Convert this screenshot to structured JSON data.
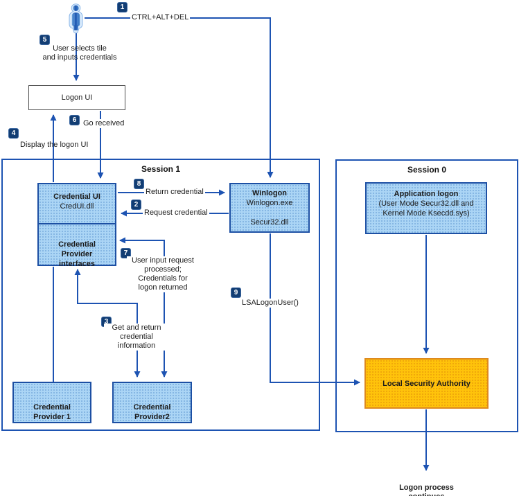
{
  "sessions": {
    "session1": {
      "title": "Session 1"
    },
    "session0": {
      "title": "Session 0"
    }
  },
  "nodes": {
    "logon_ui": {
      "label": "Logon UI"
    },
    "credential_ui": {
      "title": "Credential UI",
      "subtitle": "CredUI.dll"
    },
    "credential_provider_interfaces": {
      "title": "Credential\nProvider\ninterfaces"
    },
    "winlogon": {
      "title": "Winlogon",
      "process": "Winlogon.exe",
      "library": "Secur32.dll"
    },
    "credential_provider_1": {
      "title": "Credential\nProvider 1"
    },
    "credential_provider_2": {
      "title": "Credential\nProvider2"
    },
    "application_logon": {
      "title": "Application logon",
      "line2": "(User Mode Secur32.dll and",
      "line3": "Kernel Mode Ksecdd.sys)"
    },
    "local_security_authority": {
      "title": "Local Security Authority"
    }
  },
  "steps": [
    {
      "num": "1",
      "label": "CTRL+ALT+DEL"
    },
    {
      "num": "2",
      "label": "Request credential"
    },
    {
      "num": "3",
      "label": "Get and return\ncredential\ninformation"
    },
    {
      "num": "4",
      "label": "Display the logon UI"
    },
    {
      "num": "5",
      "label": "User selects tile\nand inputs credentials"
    },
    {
      "num": "6",
      "label": "Go received"
    },
    {
      "num": "7",
      "label": "User input request\nprocessed;\nCredentials for\nlogon returned"
    },
    {
      "num": "8",
      "label": "Return credential"
    },
    {
      "num": "9",
      "label": "LSALogonUser()"
    }
  ],
  "footer": {
    "label": "Logon process continues"
  },
  "colors": {
    "arrow_blue": "#1d53b2",
    "node_fill": "#abd5f5",
    "node_border": "#1c4fa3",
    "badge_bg": "#123d73",
    "lsa_fill": "#ffc30b",
    "lsa_border": "#de8a1e"
  }
}
